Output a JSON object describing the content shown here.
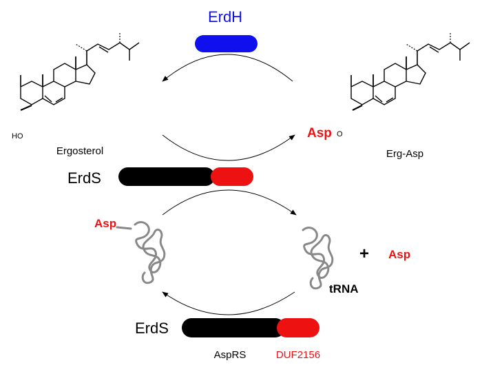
{
  "labels": {
    "erdh": "ErdH",
    "erds_top": "ErdS",
    "erds_bottom": "ErdS",
    "ergosterol": "Ergosterol",
    "erg_asp": "Erg-Asp",
    "ho": "HO",
    "asp_ester": "Asp",
    "ester_o": "O",
    "asp_trna": "Asp",
    "trna": "tRNA",
    "plus": "+",
    "asp_free": "Asp",
    "asprs": "AspRS",
    "duf": "DUF2156"
  },
  "colors": {
    "erdh": "#1010ee",
    "domain_aspr": "#000000",
    "domain_duf": "#ee1111",
    "asp_text": "#ee1111",
    "trna_strand": "#888888",
    "line": "#000000"
  },
  "icons": {
    "steroid": "steroid-structure",
    "trna": "trna-coil",
    "arrow": "curved-reaction-arrow"
  }
}
